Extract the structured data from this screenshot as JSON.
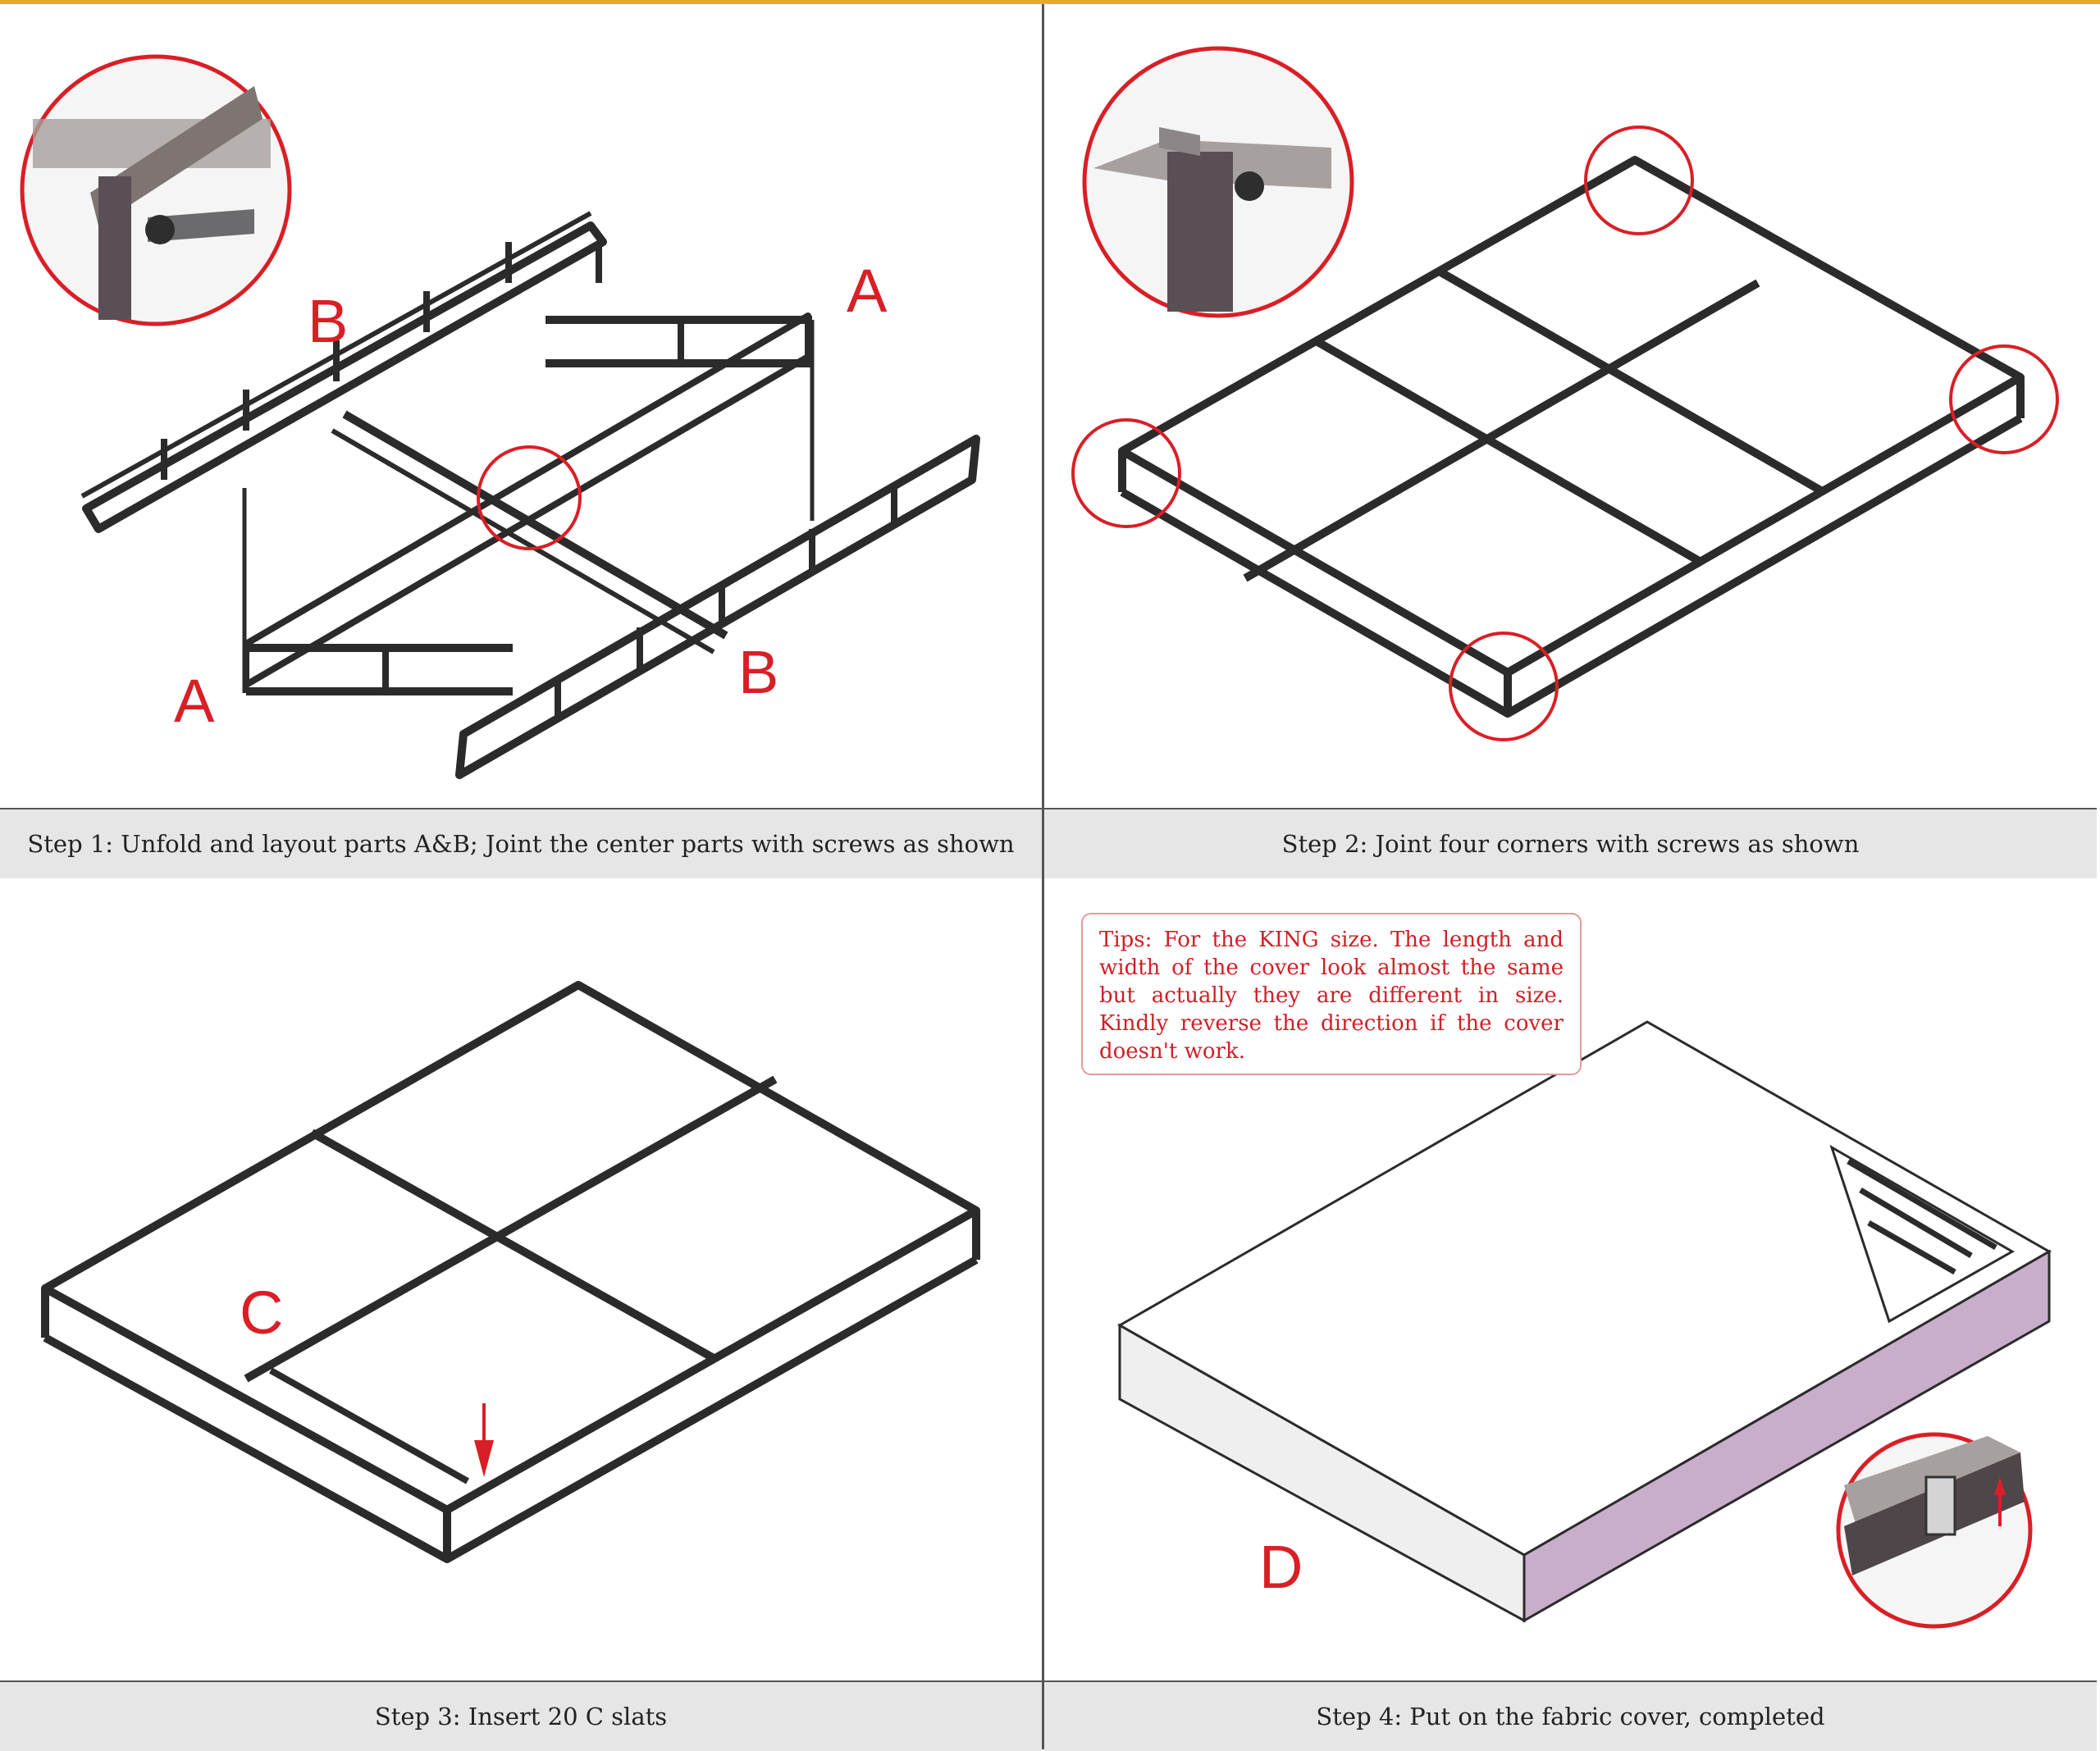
{
  "captions": {
    "step1": "Step 1: Unfold and layout parts A&B; Joint the center parts with screws as shown",
    "step2": "Step 2: Joint four corners with screws as shown",
    "step3": "Step 3: Insert 20 C slats",
    "step4": "Step 4: Put on the fabric cover, completed"
  },
  "labels": {
    "a_top": "A",
    "a_bottom": "A",
    "b_top": "B",
    "b_bottom": "B",
    "c": "C",
    "d": "D"
  },
  "tips": "Tips: For the KING size. The length and width of the cover look almost the same but actually they are different in size. Kindly reverse the direction if the cover doesn't work.",
  "colors": {
    "accent_bar": "#e5ab2a",
    "label_red": "#d91f26",
    "frame": "#2b2b2b",
    "cover_side": "#c9aecb",
    "caption_bg": "#e6e6e6"
  }
}
